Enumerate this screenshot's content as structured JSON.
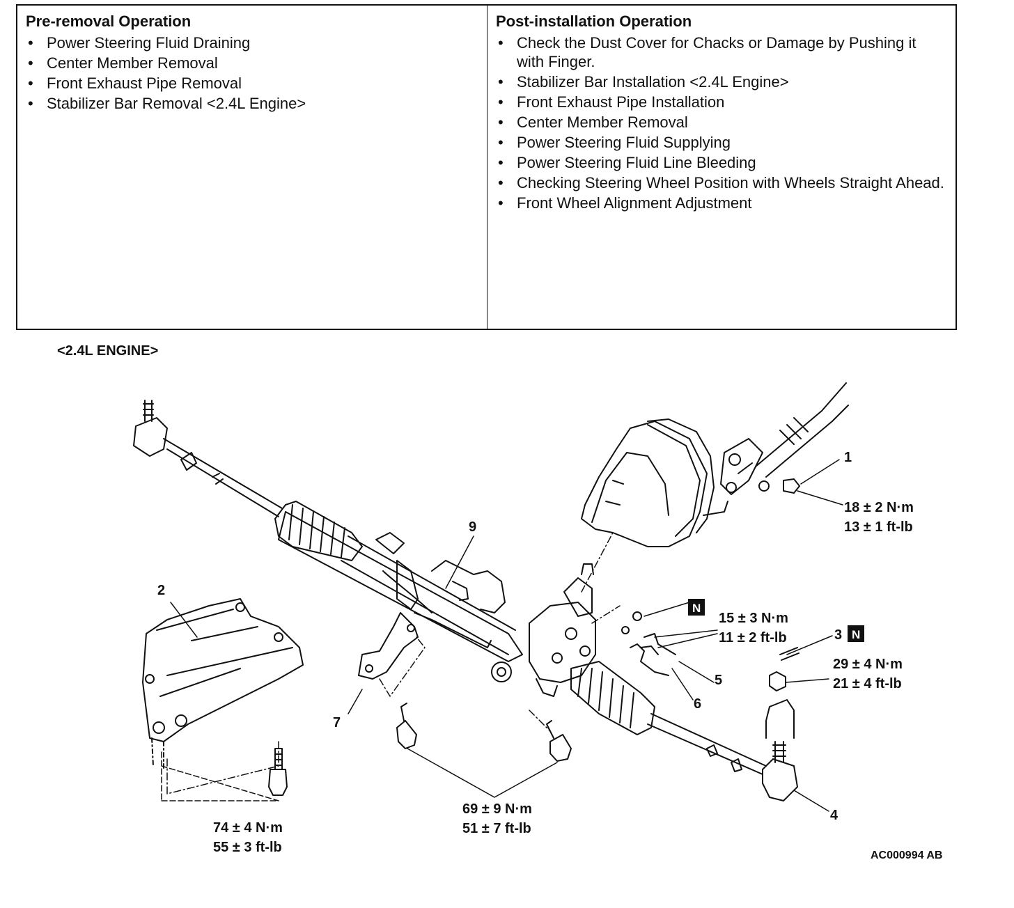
{
  "pre_removal": {
    "title": "Pre-removal Operation",
    "items": [
      "Power Steering Fluid Draining",
      "Center Member Removal",
      "Front Exhaust Pipe Removal",
      "Stabilizer Bar Removal <2.4L Engine>"
    ]
  },
  "post_installation": {
    "title": "Post-installation Operation",
    "items": [
      "Check the Dust Cover for Chacks or Damage by Pushing it with Finger.",
      "Stabilizer Bar Installation <2.4L Engine>",
      "Front Exhaust Pipe Installation",
      "Center Member Removal",
      "Power Steering Fluid Supplying",
      "Power Steering Fluid Line Bleeding",
      "Checking Steering Wheel Position with Wheels Straight Ahead.",
      "Front Wheel Alignment Adjustment"
    ]
  },
  "diagram": {
    "engine_label": "<2.4L ENGINE>",
    "part_numbers": {
      "p1": "1",
      "p2": "2",
      "p3": "3",
      "p4": "4",
      "p5": "5",
      "p6": "6",
      "p7": "7",
      "p9": "9"
    },
    "n_mark": "N",
    "torques": {
      "t1_nm": "18 ± 2 N·m",
      "t1_ft": "13 ± 1 ft-lb",
      "t5_nm": "15 ± 3 N·m",
      "t5_ft": "11 ± 2 ft-lb",
      "t3_nm": "29 ± 4 N·m",
      "t3_ft": "21 ± 4 ft-lb",
      "t7_nm": "69 ± 9 N·m",
      "t7_ft": "51 ± 7 ft-lb",
      "t2_nm": "74 ± 4 N·m",
      "t2_ft": "55 ± 3 ft-lb"
    },
    "reference_code": "AC000994 AB"
  }
}
